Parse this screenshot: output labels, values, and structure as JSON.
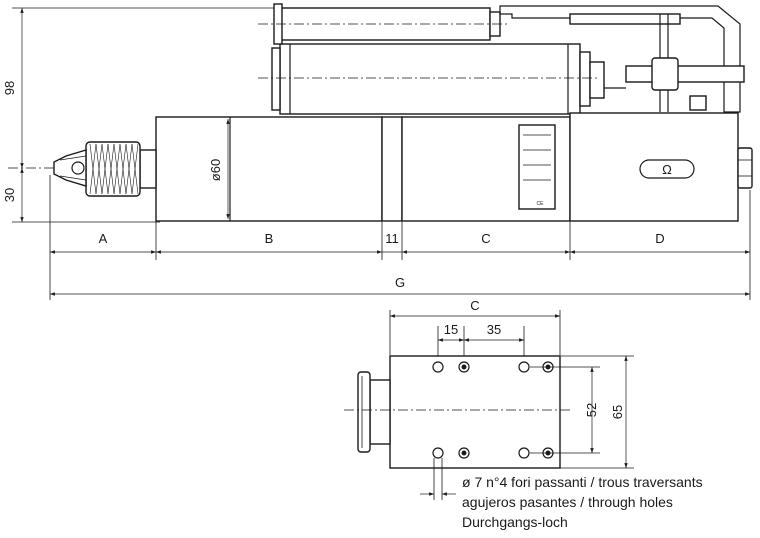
{
  "side_view": {
    "dims": {
      "height_top": "98",
      "height_bottom": "30",
      "diameter": "ø60",
      "seg_a": "A",
      "seg_b": "B",
      "seg_11": "11",
      "seg_c": "C",
      "seg_d": "D",
      "overall": "G"
    },
    "plate_text": "CE",
    "logo_text": "Ω"
  },
  "bottom_view": {
    "dims": {
      "width": "C",
      "hole_offset": "15",
      "hole_pitch": "35",
      "hole_spacing": "52",
      "body_height": "65"
    },
    "note": {
      "line1": "ø 7 n°4 fori passanti / trous traversants",
      "line2": "agujeros pasantes / through holes",
      "line3": "Durchgangs-loch"
    }
  }
}
